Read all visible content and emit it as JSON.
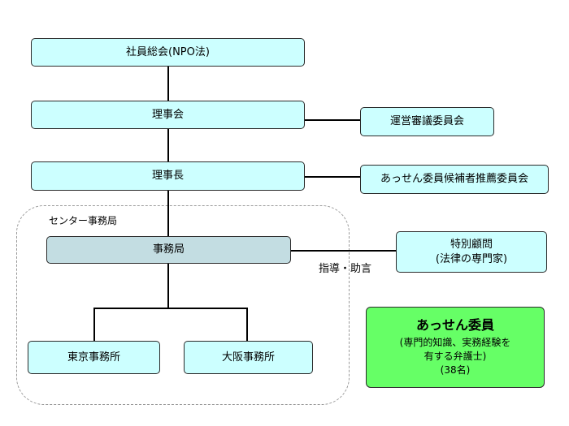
{
  "nodes": {
    "general_assembly": "社員総会(NPO法)",
    "board": "理事会",
    "chairman": "理事長",
    "secretariat": "事務局",
    "tokyo_office": "東京事務所",
    "osaka_office": "大阪事務所",
    "operations_committee": "運営審議委員会",
    "nomination_committee": "あっせん委員候補者推薦委員会",
    "advisor_title": "特別顧問",
    "advisor_note": "(法律の専門家)"
  },
  "group_label": "センター事務局",
  "edge_label": "指導・助言",
  "mediators": {
    "title": "あっせん委員",
    "line1": "(専門的知識、実務経験を",
    "line2": "有する弁護士)",
    "line3": "(38名)"
  }
}
